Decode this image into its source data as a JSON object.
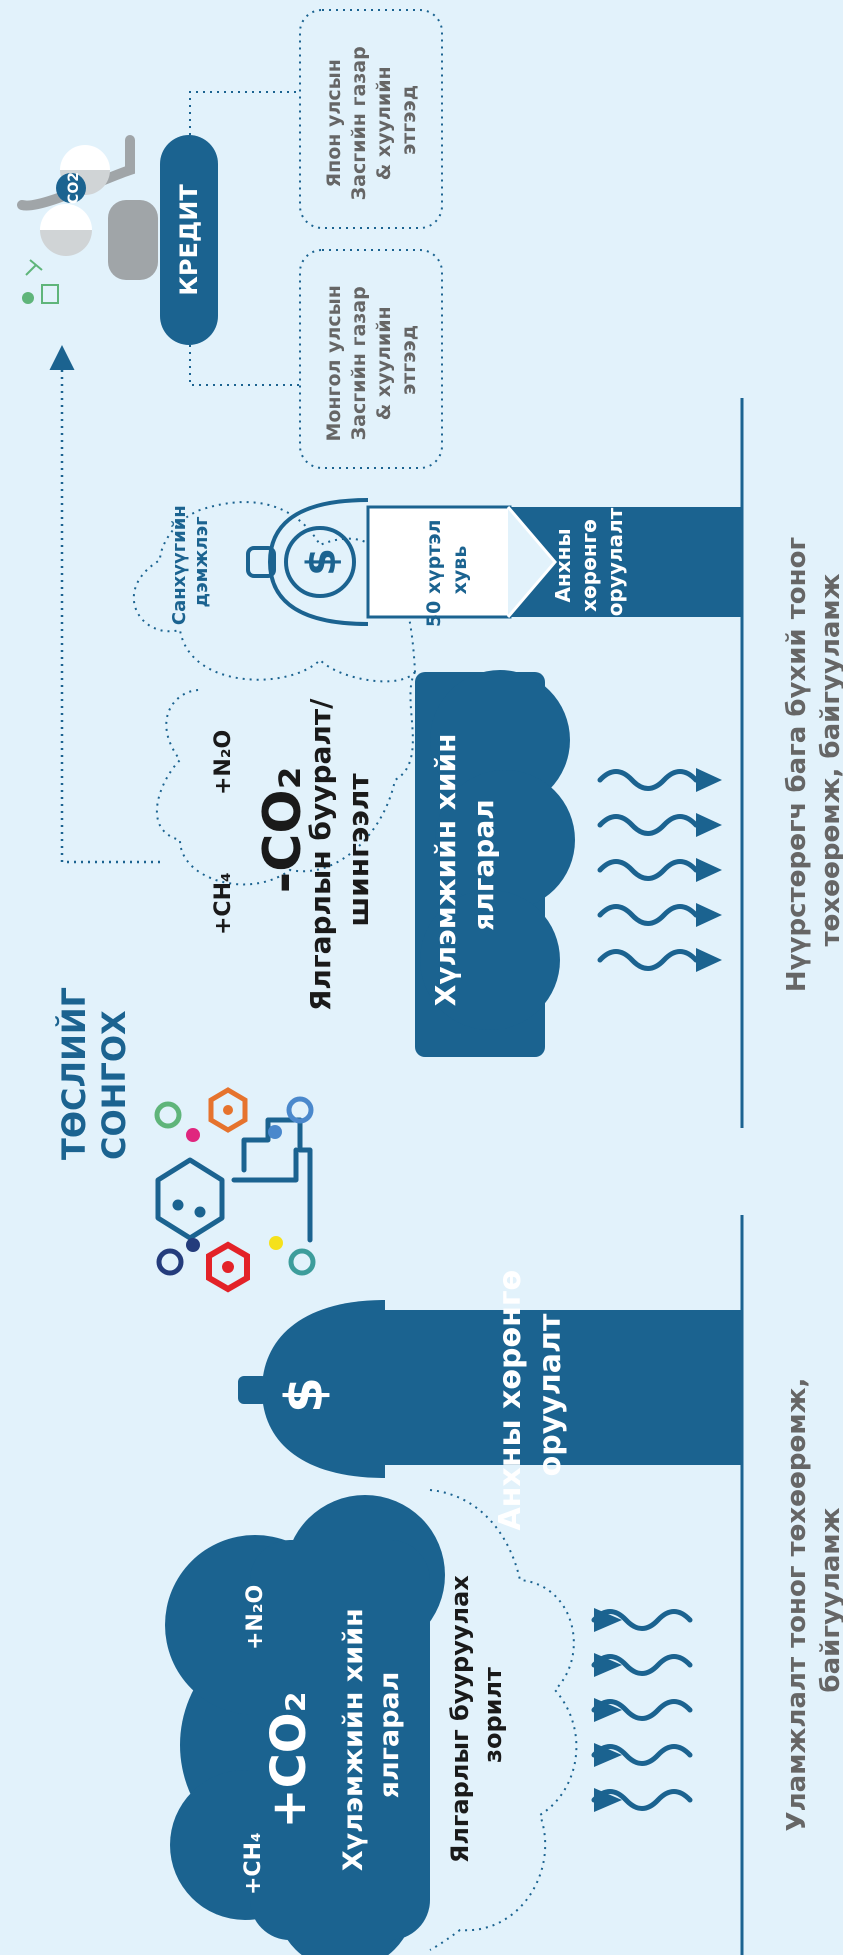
{
  "colors": {
    "background": "#e2f2fb",
    "primary": "#1b6390",
    "gray": "#666666",
    "red": "#e32228",
    "orange": "#e6732d",
    "green": "#5fb57a",
    "teal": "#3d9d9b",
    "blue": "#4a88cc",
    "navy": "#243c7c",
    "pink": "#e0267e",
    "yellow": "#f5e11b"
  },
  "gases": {
    "ch4": "CH₄",
    "n2o": "N₂O",
    "co2": "CO₂",
    "plus": "+",
    "minus": "-"
  },
  "traditional": {
    "section_label_line1": "Уламжлалт тоног төхөөрөмж,",
    "section_label_line2": "байгууламж",
    "investment_line1": "Анхны хөрөнгө",
    "investment_line2": "оруулалт",
    "emission_line1": "Хүлэмжийн хийн",
    "emission_line2": "ялгарал",
    "target_line1": "Ялгарлыг бууруулах",
    "target_line2": "зорилт"
  },
  "choose_option": {
    "line1": "ТӨСЛИЙГ",
    "line2": "СОНГОХ"
  },
  "low_carbon": {
    "section_label_line1": "Нүүрстөрөгч бага бүхий тоног",
    "section_label_line2": "төхөөрөмж, байгууламж",
    "emission_line1": "Хүлэмжийн хийн",
    "emission_line2": "ялгарал",
    "reduction_line1": "Ялгарлын бууралт/",
    "reduction_line2": "шингээлт",
    "investment_line1": "Анхны",
    "investment_line2": "хөрөнгө",
    "investment_line3": "оруулалт",
    "support_line1": "50 хүртэл",
    "support_line2": "хувь",
    "finance_line1": "Санхүүгийн",
    "finance_line2": "дэмжлэг"
  },
  "credit": {
    "label": "КРЕДИТ",
    "co2_badge": "CO2",
    "mongolia_line1": "Монгол улсын",
    "mongolia_line2": "Засгийн газар",
    "mongolia_line3": "& хуулийн",
    "mongolia_line4": "этгээд",
    "japan_line1": "Япон улсын",
    "japan_line2": "Засгийн газар",
    "japan_line3": "& хуулийн",
    "japan_line4": "этгээд"
  }
}
